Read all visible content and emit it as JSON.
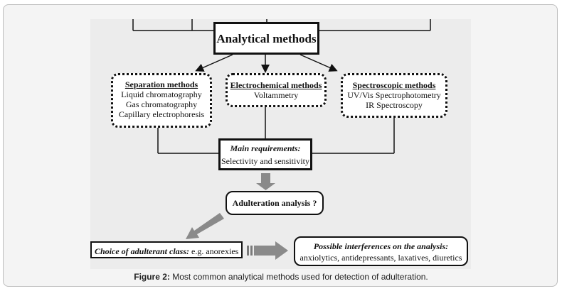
{
  "diagram": {
    "top": {
      "title": "Analytical methods"
    },
    "separation": {
      "title": "Separation methods",
      "items": [
        "Liquid chromatography",
        "Gas chromatography",
        "Capillary electrophoresis"
      ]
    },
    "electrochemical": {
      "title": "Electrochemical methods",
      "items": [
        "Voltammetry"
      ]
    },
    "spectroscopic": {
      "title": "Spectroscopic methods",
      "items": [
        "UV/Vis Spectrophotometry",
        "IR Spectroscopy"
      ]
    },
    "requirements": {
      "title": "Main requirements:",
      "text": "Selectivity and sensitivity"
    },
    "adulteration": {
      "text": "Adulteration analysis ?"
    },
    "choice": {
      "label": "Choice of adulterant class:",
      "text": " e.g. anorexies"
    },
    "interferences": {
      "title": "Possible interferences on the analysis:",
      "text": "anxiolytics, antidepressants, laxatives, diuretics"
    }
  },
  "caption": {
    "label": "Figure 2:",
    "text": " Most common analytical methods used for detection of adulteration."
  }
}
